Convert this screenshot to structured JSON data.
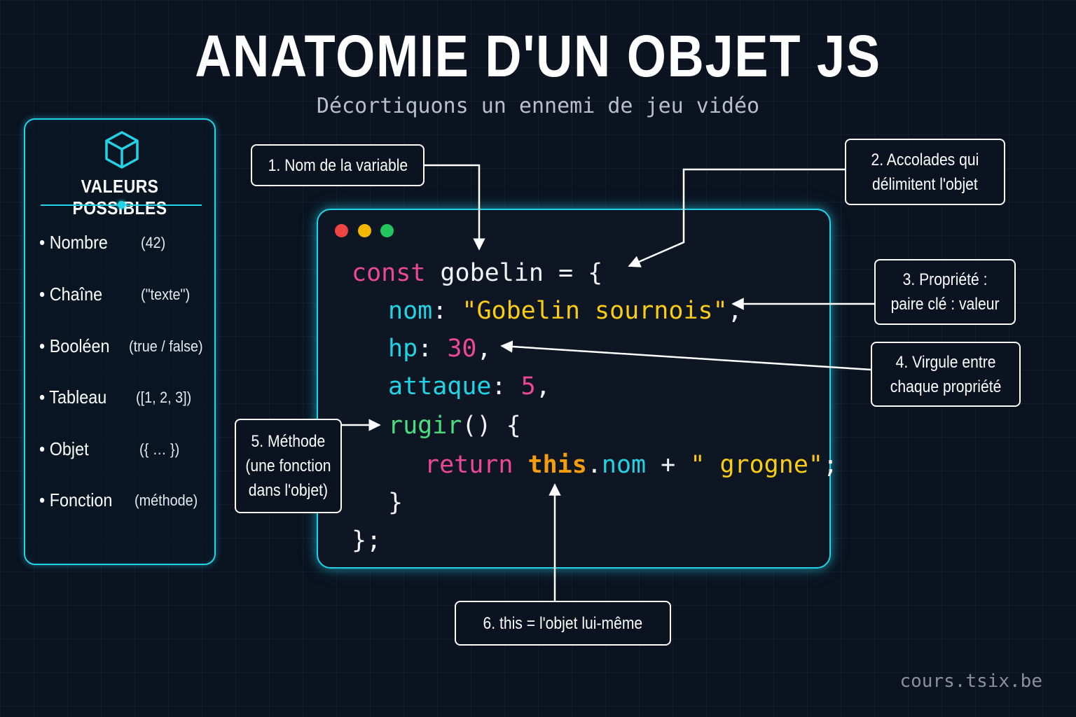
{
  "title": "ANATOMIE D'UN OBJET JS",
  "subtitle": "Décortiquons un ennemi de jeu vidéo",
  "values_panel": {
    "icon": "cube-icon",
    "title": "VALEURS POSSIBLES",
    "items": [
      {
        "name": "• Nombre",
        "example": "(42)"
      },
      {
        "name": "• Chaîne",
        "example": "(\"texte\")"
      },
      {
        "name": "• Booléen",
        "example": "(true / false)"
      },
      {
        "name": "• Tableau",
        "example": "([1, 2, 3])"
      },
      {
        "name": "• Objet",
        "example": "({ … })"
      },
      {
        "name": "• Fonction",
        "example": "(méthode)"
      }
    ]
  },
  "code": {
    "l1": {
      "kw": "const",
      "name": " gobelin",
      "rest": " = {"
    },
    "l2": {
      "prop": "nom",
      "colon": ": ",
      "str": "\"Gobelin sournois\"",
      "rest": ","
    },
    "l3": {
      "prop": "hp",
      "colon": ": ",
      "num": "30",
      "rest": ","
    },
    "l4": {
      "prop": "attaque",
      "colon": ": ",
      "num": "5",
      "rest": ","
    },
    "l5": {
      "fn": "rugir",
      "rest": "() {"
    },
    "l6": {
      "kw": "return",
      "this": "this",
      "dot": ".",
      "prop": "nom",
      "plus": " + ",
      "str": "\" grogne\"",
      "rest": ";"
    },
    "l7": "}",
    "l8": "};"
  },
  "callouts": {
    "c1": [
      "1. Nom de la variable"
    ],
    "c2": [
      "2. Accolades qui",
      "délimitent l'objet"
    ],
    "c3": [
      "3. Propriété :",
      "paire clé : valeur"
    ],
    "c4": [
      "4. Virgule entre",
      "chaque propriété"
    ],
    "c5": [
      "5. Méthode",
      "(une fonction",
      "dans l'objet)"
    ],
    "c6": [
      "6. this = l'objet lui-même"
    ]
  },
  "colors": {
    "accent": "#22d3e6",
    "keyword": "#ec4899",
    "string": "#facc15",
    "function": "#4ade80",
    "this": "#f59e0b",
    "background": "#0b1220"
  },
  "footer": "cours.tsix.be"
}
